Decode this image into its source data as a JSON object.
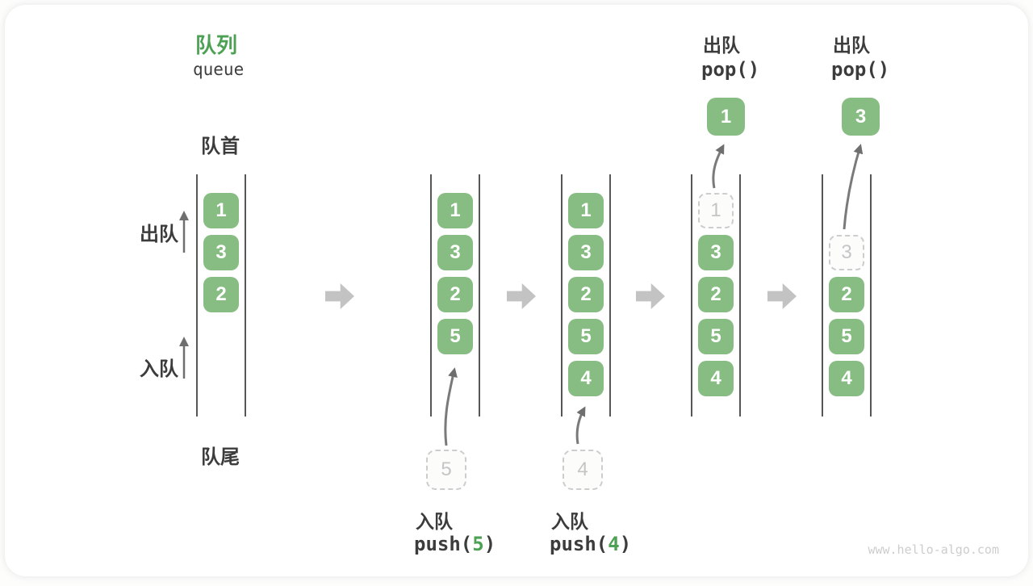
{
  "title": {
    "zh": "队列",
    "en": "queue"
  },
  "labels": {
    "front": "队首",
    "rear": "队尾",
    "dequeue_side": "出队",
    "enqueue_side": "入队"
  },
  "columns": {
    "c1": {
      "cells": [
        "1",
        "3",
        "2"
      ]
    },
    "c2": {
      "cells": [
        "1",
        "3",
        "2",
        "5"
      ],
      "incoming_value": "5"
    },
    "c3": {
      "cells": [
        "1",
        "3",
        "2",
        "5",
        "4"
      ],
      "incoming_value": "4"
    },
    "c4": {
      "ghost": "1",
      "cells": [
        "3",
        "2",
        "5",
        "4"
      ],
      "popped_value": "1"
    },
    "c5": {
      "ghost": "3",
      "cells": [
        "2",
        "5",
        "4"
      ],
      "popped_value": "3"
    }
  },
  "operations": {
    "push5": {
      "label": "入队",
      "code_open": "push(",
      "arg": "5",
      "code_close": ")"
    },
    "push4": {
      "label": "入队",
      "code_open": "push(",
      "arg": "4",
      "code_close": ")"
    },
    "pop1": {
      "label": "出队",
      "code": "pop()"
    },
    "pop2": {
      "label": "出队",
      "code": "pop()"
    }
  },
  "watermark": "www.hello-algo.com",
  "colors": {
    "box_green": "#87bd83",
    "accent_green": "#4da155",
    "column_line": "#565656",
    "block_arrow_gray": "#c3c3c3",
    "thin_arrow_gray": "#6f6f6f",
    "ghost_gray": "#c5c5c5"
  }
}
